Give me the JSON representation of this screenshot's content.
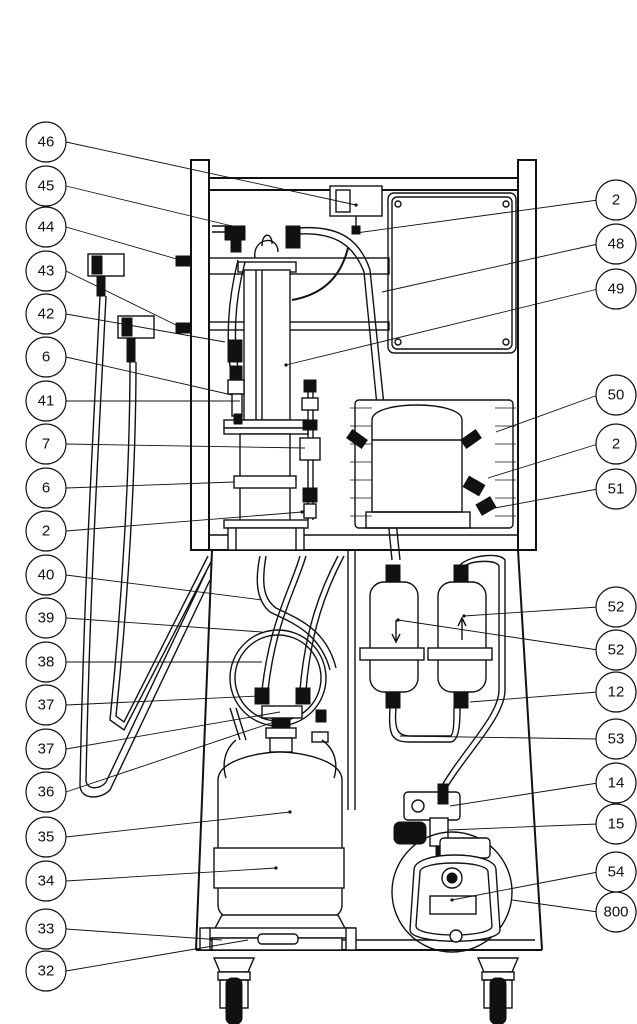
{
  "colors": {
    "ink": "#111111",
    "paper": "#ffffff"
  },
  "callouts": {
    "left": [
      "46",
      "45",
      "44",
      "43",
      "42",
      "6",
      "41",
      "7",
      "6",
      "2",
      "40",
      "39",
      "38",
      "37",
      "37",
      "36",
      "35",
      "34",
      "33",
      "32"
    ],
    "right": [
      "2",
      "48",
      "49",
      "50",
      "2",
      "51",
      "52",
      "52",
      "12",
      "53",
      "14",
      "15",
      "54",
      "800"
    ]
  }
}
